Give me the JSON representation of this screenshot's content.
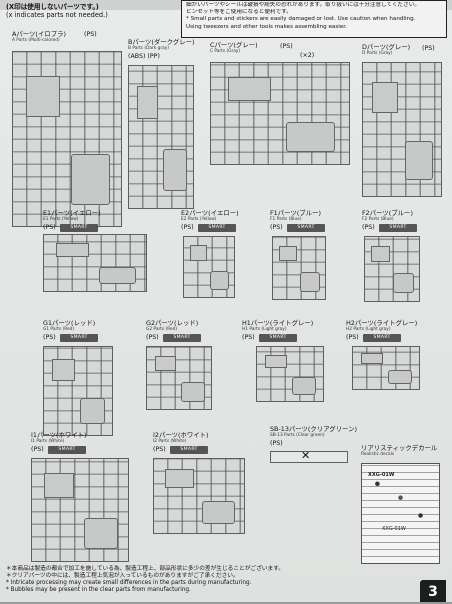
{
  "header": {
    "note_jp": "(X印は使用しないパーツです。)",
    "note_en": "(x indicates parts not needed.)",
    "notice_lines": [
      "細かいパーツやシールは破損や紛失の恐れがあります。取り扱いには十分注意してください。",
      "ピンセット等をご使用になると便利です。",
      "* Small parts and stickers are easily damaged or lost. Use caution when handling.",
      "Using tweezers and other tools makes assembling easier."
    ]
  },
  "runners": [
    {
      "name": "Aパーツ(イロプラ)",
      "en": "A Parts (Multi-colored)",
      "mat": "(PS)",
      "badge": ""
    },
    {
      "name": "Bパーツ(ダークグレー)",
      "en": "B Parts (Dark gray)",
      "mat": "(ABS) (PP)",
      "badge": ""
    },
    {
      "name": "Cパーツ(グレー)",
      "en": "C Parts (Gray)",
      "mat": "(PS)",
      "badge": "(×2)"
    },
    {
      "name": "Dパーツ(グレー)",
      "en": "D Parts (Gray)",
      "mat": "(PS)",
      "badge": ""
    },
    {
      "name": "E1パーツ(イエロー)",
      "en": "E1 Parts (Yellow)",
      "mat": "(PS)",
      "badge": "SMART"
    },
    {
      "name": "E2パーツ(イエロー)",
      "en": "E2 Parts (Yellow)",
      "mat": "(PS)",
      "badge": "SMART"
    },
    {
      "name": "F1パーツ(ブルー)",
      "en": "F1 Parts (Blue)",
      "mat": "(PS)",
      "badge": "SMART"
    },
    {
      "name": "F2パーツ(ブルー)",
      "en": "F2 Parts (Blue)",
      "mat": "(PS)",
      "badge": "SMART"
    },
    {
      "name": "G1パーツ(レッド)",
      "en": "G1 Parts (Red)",
      "mat": "(PS)",
      "badge": "SMART"
    },
    {
      "name": "G2パーツ(レッド)",
      "en": "G2 Parts (Red)",
      "mat": "(PS)",
      "badge": "SMART"
    },
    {
      "name": "H1パーツ(ライトグレー)",
      "en": "H1 Parts (Light gray)",
      "mat": "(PS)",
      "badge": "SMART"
    },
    {
      "name": "H2パーツ(ライトグレー)",
      "en": "H2 Parts (Light gray)",
      "mat": "(PS)",
      "badge": "SMART"
    },
    {
      "name": "I1パーツ(ホワイト)",
      "en": "I1 Parts (White)",
      "mat": "(PS)",
      "badge": "SMART"
    },
    {
      "name": "I2パーツ(ホワイト)",
      "en": "I2 Parts (White)",
      "mat": "(PS)",
      "badge": "SMART"
    },
    {
      "name": "SB-13パーツ(クリアグリーン)",
      "en": "SB-13 Parts (Clear green)",
      "mat": "(PS)",
      "badge": ""
    }
  ],
  "decal": {
    "title": "リアリスティックデカール",
    "en": "Realistic decals",
    "code": "XXG-01W",
    "code2": "XXG-01W"
  },
  "footer": {
    "lines": [
      "＊本商品は製造の都合で加工を施している為、製造工程上、部品形状に多少の差が生じることがございます。",
      "＊クリアパーツの中には、製造工程上気泡が入っているものがありますがご了承ください。",
      "* Intricate processing may create small differences in the parts during manufacturing.",
      "* Bubbles may be present in the clear parts from manufacturing."
    ],
    "page": "3"
  }
}
